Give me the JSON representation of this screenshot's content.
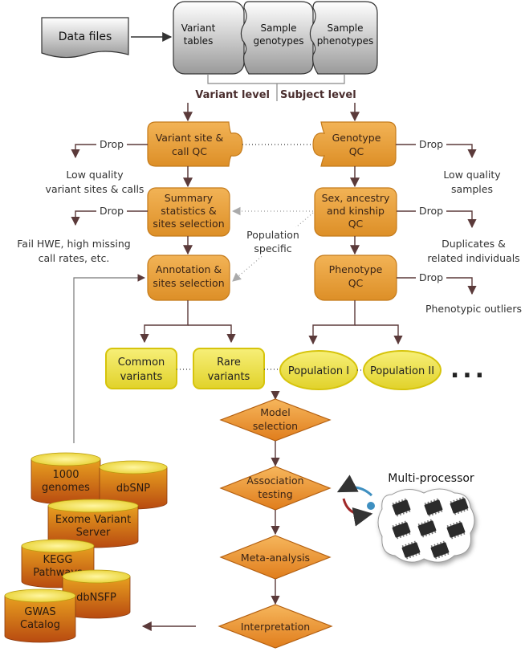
{
  "inputs": {
    "data_files": "Data files",
    "variant_tables": [
      "Variant",
      "tables"
    ],
    "sample_genotypes": [
      "Sample",
      "genotypes"
    ],
    "sample_phenotypes": [
      "Sample",
      "phenotypes"
    ]
  },
  "levels": {
    "variant": "Variant level",
    "subject": "Subject level"
  },
  "qc": {
    "variant_site": [
      "Variant site &",
      "call QC"
    ],
    "genotype": [
      "Genotype",
      "QC"
    ],
    "summary_stats": [
      "Summary",
      "statistics &",
      "sites selection"
    ],
    "sex_ancestry": [
      "Sex, ancestry",
      "and kinship",
      "QC"
    ],
    "annotation": [
      "Annotation &",
      "sites selection"
    ],
    "phenotype": [
      "Phenotype",
      "QC"
    ]
  },
  "drop_label": "Drop",
  "drops": {
    "low_quality_variants": [
      "Low quality",
      "variant sites & calls"
    ],
    "fail_hwe": [
      "Fail HWE, high missing",
      "call rates, etc."
    ],
    "low_quality_samples": [
      "Low quality",
      "samples"
    ],
    "duplicates": [
      "Duplicates &",
      "related individuals"
    ],
    "phenotypic_outliers": "Phenotypic outliers"
  },
  "population_specific": [
    "Population",
    "specific"
  ],
  "groups": {
    "common": [
      "Common",
      "variants"
    ],
    "rare": [
      "Rare",
      "variants"
    ],
    "pop1": "Population I",
    "pop2": "Population II",
    "ellipsis": "..."
  },
  "steps": {
    "model_selection": [
      "Model",
      "selection"
    ],
    "association": [
      "Association",
      "testing"
    ],
    "meta_analysis": "Meta-analysis",
    "interpretation": "Interpretation"
  },
  "multiprocessor": "Multi-processor",
  "databases": {
    "genomes1000": [
      "1000",
      "genomes"
    ],
    "dbsnp": "dbSNP",
    "exome": [
      "Exome Variant",
      "Server"
    ],
    "kegg": [
      "KEGG",
      "Pathways"
    ],
    "dbnsfp": "dbNSFP",
    "gwas": [
      "GWAS",
      "Catalog"
    ]
  }
}
